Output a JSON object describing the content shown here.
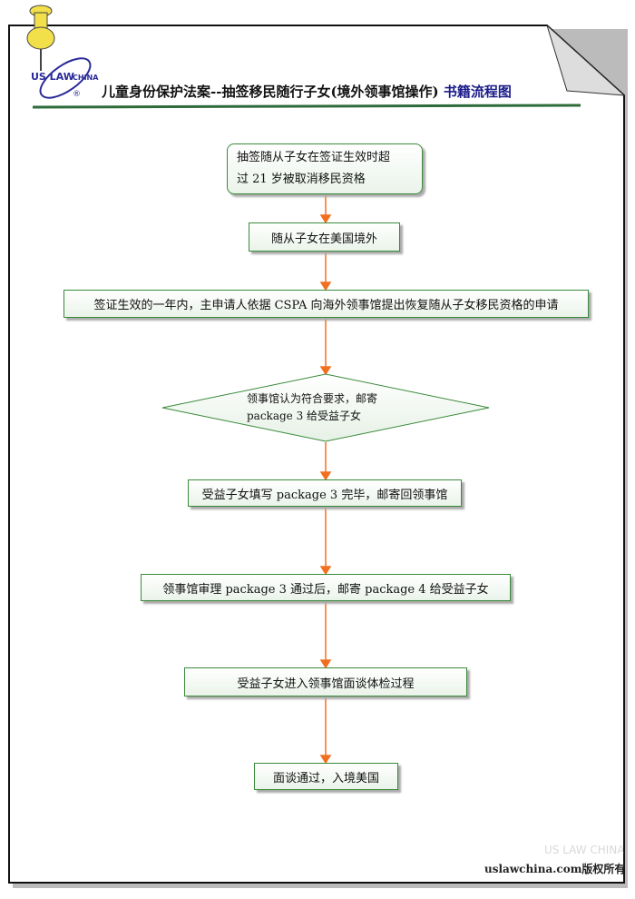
{
  "header": {
    "logo_text": "US LAWCHINA",
    "title": "儿童身份保护法案--抽签移民随行子女(境外领事馆操作)",
    "subtitle": "书籍流程图"
  },
  "flow": {
    "step1_line1": "抽签随从子女在签证生效时超",
    "step1_line2": "过 21 岁被取消移民资格",
    "step2": "随从子女在美国境外",
    "step3": "签证生效的一年内，主申请人依据 CSPA 向海外领事馆提出恢复随从子女移民资格的申请",
    "decision_line1": "领事馆认为符合要求，邮寄",
    "decision_line2": "package 3 给受益子女",
    "step5": "受益子女填写 package 3 完毕，邮寄回领事馆",
    "step6": "领事馆审理 package 3 通过后，邮寄 package 4 给受益子女",
    "step7": "受益子女进入领事馆面谈体检过程",
    "step8": "面谈通过，入境美国"
  },
  "footer": {
    "copyright": "uslawchina.com版权所有",
    "watermark": "US LAWCHINA"
  },
  "colors": {
    "arrow": "#f07020",
    "border": "#3a8a3a",
    "title_blue": "#1a1a8a"
  }
}
